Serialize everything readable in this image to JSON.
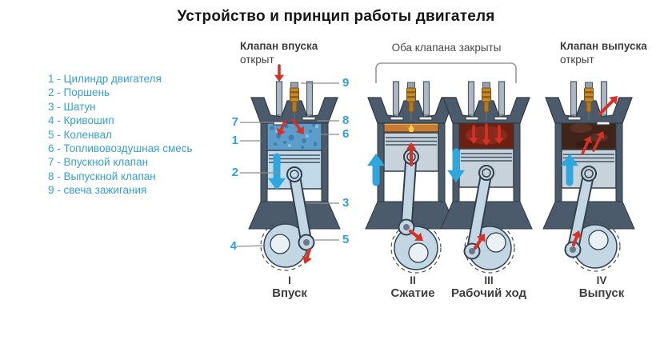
{
  "title": "Устройство и принцип работы двигателя",
  "legend": {
    "items": [
      "1 - Цилиндр двигателя",
      "2 - Поршень",
      "3 - Шатун",
      "4 - Кривошип",
      "5 - Коленвал",
      "6 - Топливовоздушная смесь",
      "7 - Впускной клапан",
      "8 - Выпускной клапан",
      "9 - свеча зажигания"
    ]
  },
  "valve_states": {
    "intake_open": {
      "title": "Клапан впуска",
      "subtitle": "открыт"
    },
    "both_closed": {
      "title": "Оба клапана закрыты"
    },
    "exhaust_open": {
      "title": "Клапан выпуска",
      "subtitle": "открыт"
    }
  },
  "stages": [
    {
      "numeral": "I",
      "name": "Впуск"
    },
    {
      "numeral": "II",
      "name": "Сжатие"
    },
    {
      "numeral": "III",
      "name": "Рабочий ход"
    },
    {
      "numeral": "IV",
      "name": "Выпуск"
    }
  ],
  "callout_numbers": [
    "1",
    "2",
    "3",
    "4",
    "5",
    "6",
    "7",
    "8",
    "9"
  ],
  "colors": {
    "legend_text": "#35A0D5",
    "callout_text": "#35A0D5",
    "header_text": "#3E3E3E",
    "stage_label_text": "#3E3E3E",
    "big_arrow_blue": "#2EA6DE",
    "red_arrow": "#D93025",
    "engine_dark": "#4C5B6B",
    "engine_dark_outline": "#2E3943",
    "piston_light": "#C2D9EA",
    "piston_gray": "#C7D2DB",
    "rod_light": "#C2D6E4",
    "mixture_blue": "#5C9DCB",
    "mixture_speckle_dark": "#3F7FAE",
    "mixture_speckle_light": "#8FC0DF",
    "compressed_orange": "#C87B33",
    "compressed_highlight": "#E6A94E",
    "flame_yellow": "#FFD34D",
    "combustion_red": "#6B2012",
    "combustion_glow": "#8E2E1C",
    "exhaust_brown": "#402419",
    "exhaust_swirl": "#5E352A",
    "spark_plug_amber": "#C68A2E",
    "pipe_gray": "#AEB8C2",
    "bracket_gray": "#999999",
    "callout_line": "#8C8C8C"
  }
}
